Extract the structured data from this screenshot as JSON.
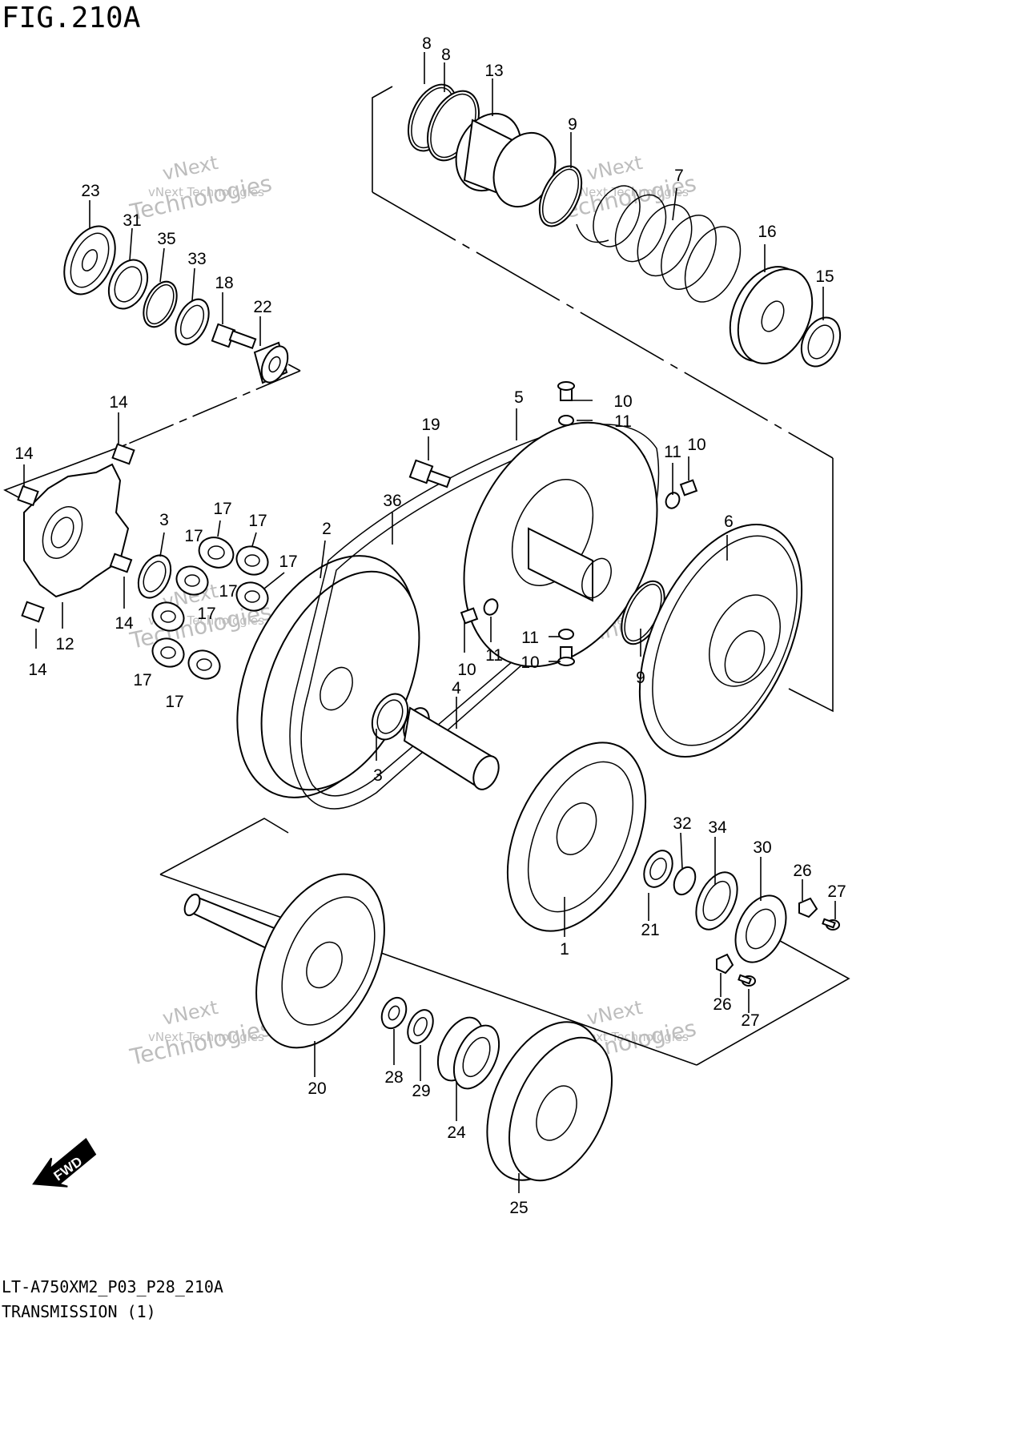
{
  "figure": {
    "title": "FIG.210A",
    "code": "LT-A750XM2_P03_P28_210A",
    "name": "TRANSMISSION (1)",
    "fwd_label": "FWD"
  },
  "watermark": {
    "text_small": "vNext Technologies",
    "text_large": "vNext",
    "text_large2": "Technologies"
  },
  "callouts": {
    "c8a": "8",
    "c8b": "8",
    "c13": "13",
    "c9a": "9",
    "c7": "7",
    "c16": "16",
    "c15": "15",
    "c23": "23",
    "c31": "31",
    "c35": "35",
    "c33": "33",
    "c18": "18",
    "c22": "22",
    "c14a": "14",
    "c14b": "14",
    "c14c": "14",
    "c14d": "14",
    "c10a": "10",
    "c11a": "11",
    "c5": "5",
    "c19": "19",
    "c11b": "11",
    "c10b": "10",
    "c36": "36",
    "c6": "6",
    "c3a": "3",
    "c17a": "17",
    "c17b": "17",
    "c17c": "17",
    "c17d": "17",
    "c17e": "17",
    "c17f": "17",
    "c17g": "17",
    "c2": "2",
    "c12": "12",
    "c10c": "10",
    "c11c": "11",
    "c11d": "11",
    "c10d": "10",
    "c9b": "9",
    "c4": "4",
    "c3b": "3",
    "c32": "32",
    "c34": "34",
    "c30": "30",
    "c26a": "26",
    "c27a": "27",
    "c21": "21",
    "c1": "1",
    "c26b": "26",
    "c27b": "27",
    "c20": "20",
    "c28": "28",
    "c29": "29",
    "c24": "24",
    "c25": "25"
  }
}
